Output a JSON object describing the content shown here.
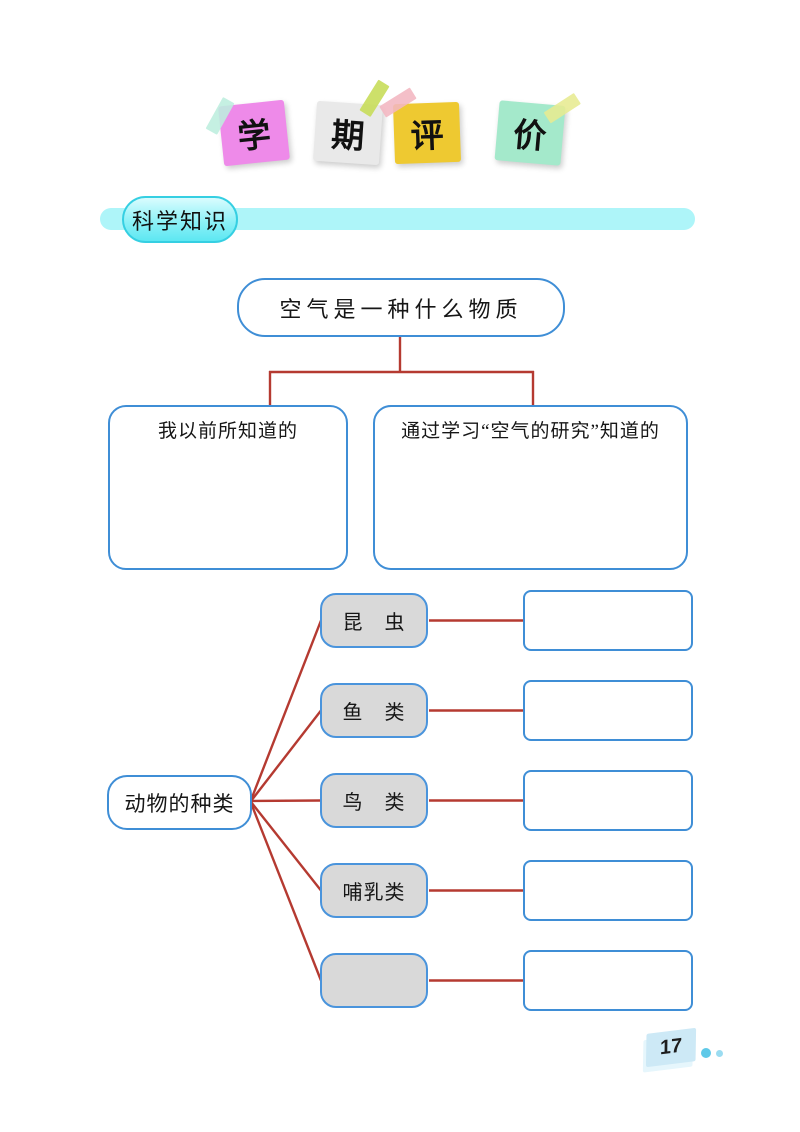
{
  "header": {
    "notes": [
      {
        "char": "学",
        "bg": "#ee8ae9",
        "tape": "#bdeede"
      },
      {
        "char": "期",
        "bg": "#e9e9e9",
        "tape": "#c6dc55"
      },
      {
        "char": "评",
        "bg": "#eec931",
        "tape": "#f3b6c0"
      },
      {
        "char": "价",
        "bg": "#a4e9cb",
        "tape": "#e7ea91"
      }
    ]
  },
  "section_banner": {
    "label": "科学知识"
  },
  "air_map": {
    "root": "空气是一种什么物质",
    "children": [
      "我以前所知道的",
      "通过学习“空气的研究”知道的"
    ]
  },
  "animal_map": {
    "hub": "动物的种类",
    "branches": [
      {
        "label": "昆　虫"
      },
      {
        "label": "鱼　类"
      },
      {
        "label": "鸟　类"
      },
      {
        "label": "哺乳类"
      },
      {
        "label": ""
      }
    ]
  },
  "footer": {
    "page_number": "17"
  },
  "palette": {
    "banner_bar": "#aef5f9",
    "banner_pill_border": "#35cfe2",
    "box_border_blue": "#3f8ed6",
    "connector_red": "#b53a31",
    "node_gray": "#d9d9d9",
    "book_icon_blue": "#cde9f6",
    "dot_blue": "#5fc9e8",
    "text": "#161616"
  }
}
